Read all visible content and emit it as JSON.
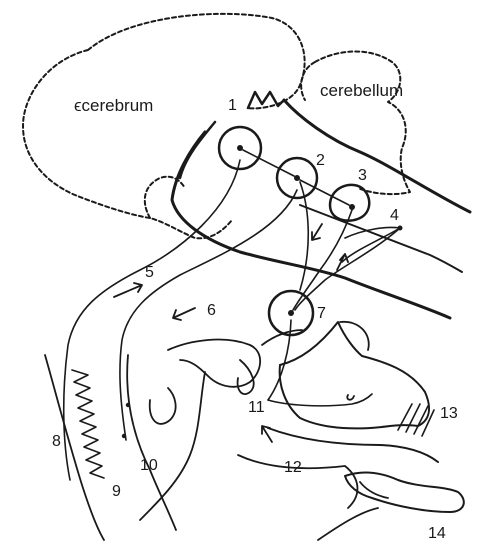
{
  "labels": {
    "cerebrum": "ϵcerebrum",
    "cerebellum": "cerebellum"
  },
  "numbers": {
    "n1": "1",
    "n2": "2",
    "n3": "3",
    "n4": "4",
    "n5": "5",
    "n6": "6",
    "n7": "7",
    "n8": "8",
    "n9": "9",
    "n10": "10",
    "n11": "11",
    "n12": "12",
    "n13": "13",
    "n14": "14"
  }
}
